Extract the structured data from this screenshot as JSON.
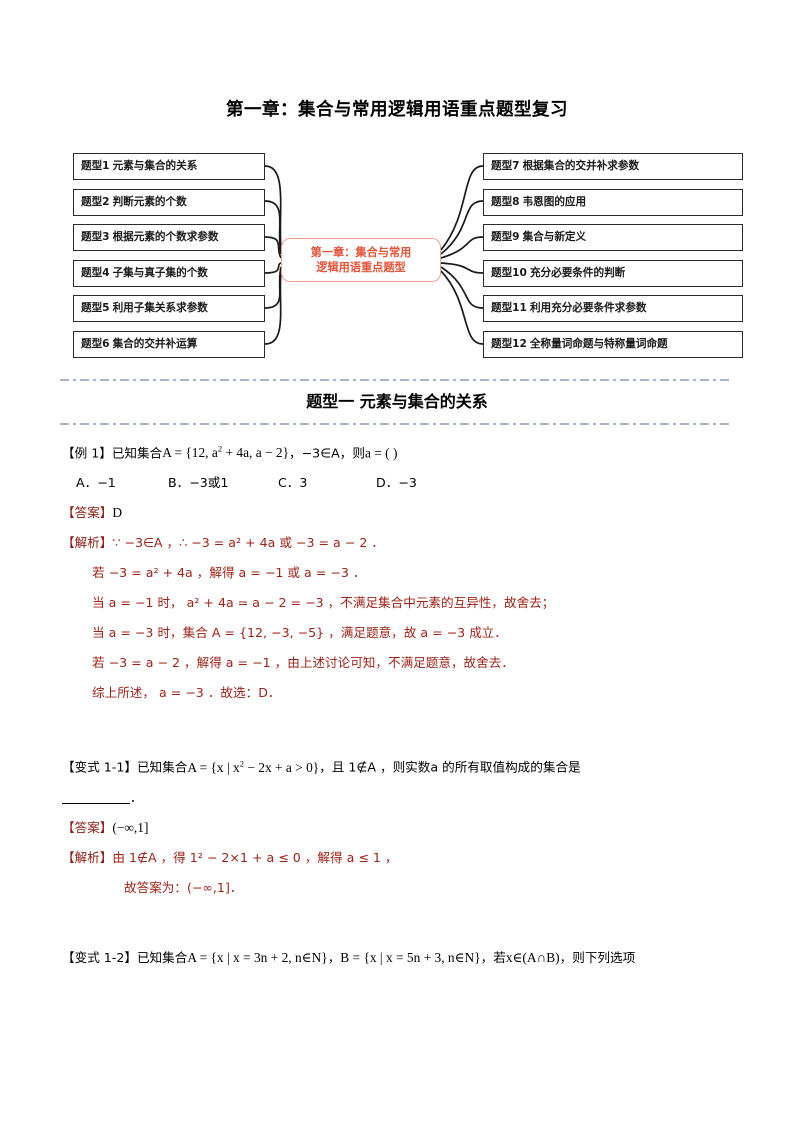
{
  "document": {
    "title": "第一章：集合与常用逻辑用语重点题型复习"
  },
  "mindmap": {
    "center": {
      "line1": "第一章：集合与常用",
      "line2": "逻辑用语重点题型",
      "text_color": "#e2553c",
      "border_color": "#e8a294"
    },
    "left_items": [
      {
        "num": "题型1",
        "label": "元素与集合的关系"
      },
      {
        "num": "题型2",
        "label": "判断元素的个数"
      },
      {
        "num": "题型3",
        "label": "根据元素的个数求参数"
      },
      {
        "num": "题型4",
        "label": "子集与真子集的个数"
      },
      {
        "num": "题型5",
        "label": "利用子集关系求参数"
      },
      {
        "num": "题型6",
        "label": "集合的交并补运算"
      }
    ],
    "right_items": [
      {
        "num": "题型7",
        "label": "根据集合的交并补求参数"
      },
      {
        "num": "题型8",
        "label": "韦恩图的应用"
      },
      {
        "num": "题型9",
        "label": "集合与新定义"
      },
      {
        "num": "题型10",
        "label": "充分必要条件的判断"
      },
      {
        "num": "题型11",
        "label": "利用充分必要条件求参数"
      },
      {
        "num": "题型12",
        "label": "全称量词命题与特称量词命题"
      }
    ]
  },
  "section": {
    "heading": "题型一  元素与集合的关系"
  },
  "example1": {
    "tag": "【例 1】",
    "stem_pre": "已知集合",
    "set_expr": "A = {12, a",
    "set_expr_sup": "2",
    "set_expr_mid": " + 4a, a − 2}",
    "cond": "，−3∈A，则",
    "ask": "a = (          )",
    "options": {
      "a": "A．−1",
      "b": "B．−3或1",
      "c": "C．3",
      "d": "D．−3"
    },
    "answer_label": "【答案】",
    "answer_value": "D",
    "analysis_label": "【解析】",
    "analysis_lines": [
      "∵ −3∈A ，∴ −3 = a² + 4a 或 −3 = a − 2 ．",
      "若 −3 = a² + 4a ，解得 a = −1 或 a = −3 ．",
      "当 a = −1 时， a² + 4a = a − 2 = −3 ，不满足集合中元素的互异性，故舍去；",
      "当 a = −3 时，集合 A = {12, −3, −5} ，满足题意，故 a = −3 成立．",
      "若 −3 = a − 2 ，解得 a = −1 ，由上述讨论可知，不满足题意，故舍去．",
      "综上所述， a = −3 ．故选：D．"
    ]
  },
  "variant1_1": {
    "tag": "【变式 1-1】",
    "stem_pre": "已知集合",
    "set_expr": "A = {x | x",
    "set_expr_sup": "2",
    "set_expr_mid": " − 2x + a > 0}",
    "cond": "，且 1∉A ，则实数",
    "ask": "a 的所有取值构成的集合是",
    "blank_suffix": "．",
    "answer_label": "【答案】",
    "answer_value": "(−∞,1]",
    "analysis_label": "【解析】",
    "analysis_line1": "由 1∉A ，得 1² − 2×1 + a ≤ 0 ，解得 a ≤ 1 ，",
    "analysis_line2": "故答案为：(−∞,1]．"
  },
  "variant1_2": {
    "tag": "【变式 1-2】",
    "stem_pre": "已知集合",
    "setA": "A = {x | x = 3n + 2, n∈N}",
    "sep1": "，",
    "setB": "B = {x | x = 5n + 3, n∈N}",
    "sep2": "，若",
    "cond": "x∈(A∩B)",
    "tail": "，则下列选项"
  }
}
